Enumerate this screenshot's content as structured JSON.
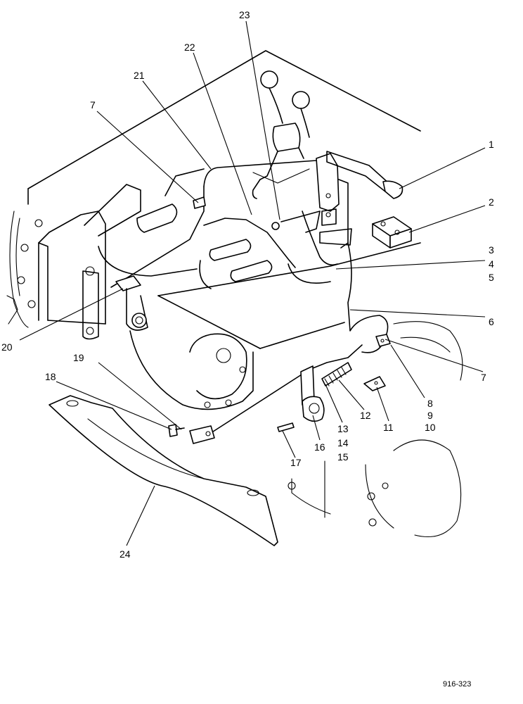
{
  "callouts": [
    {
      "key": "c1",
      "text": "1"
    },
    {
      "key": "c2",
      "text": "2"
    },
    {
      "key": "c3",
      "text": "3"
    },
    {
      "key": "c4",
      "text": "4"
    },
    {
      "key": "c5",
      "text": "5"
    },
    {
      "key": "c6",
      "text": "6"
    },
    {
      "key": "c7a",
      "text": "7"
    },
    {
      "key": "c7b",
      "text": "7"
    },
    {
      "key": "c8",
      "text": "8"
    },
    {
      "key": "c9",
      "text": "9"
    },
    {
      "key": "c10",
      "text": "10"
    },
    {
      "key": "c11",
      "text": "11"
    },
    {
      "key": "c12",
      "text": "12"
    },
    {
      "key": "c13",
      "text": "13"
    },
    {
      "key": "c14",
      "text": "14"
    },
    {
      "key": "c15",
      "text": "15"
    },
    {
      "key": "c16",
      "text": "16"
    },
    {
      "key": "c17",
      "text": "17"
    },
    {
      "key": "c18",
      "text": "18"
    },
    {
      "key": "c19",
      "text": "19"
    },
    {
      "key": "c20",
      "text": "20"
    },
    {
      "key": "c21",
      "text": "21"
    },
    {
      "key": "c22",
      "text": "22"
    },
    {
      "key": "c23",
      "text": "23"
    },
    {
      "key": "c24",
      "text": "24"
    }
  ],
  "drawing_code": "916-323"
}
